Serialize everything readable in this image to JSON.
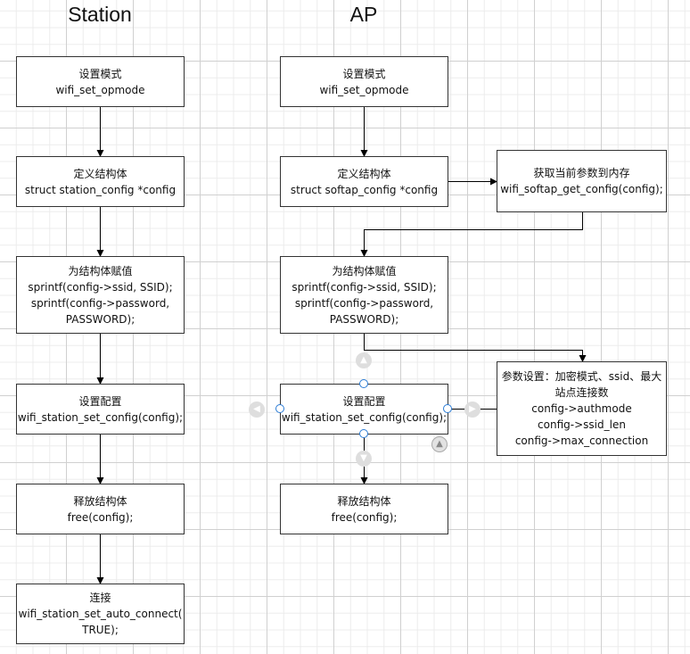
{
  "titles": {
    "station": "Station",
    "ap": "AP"
  },
  "station": {
    "s1": [
      "设置模式",
      "wifi_set_opmode"
    ],
    "s2": [
      "定义结构体",
      "struct station_config *config"
    ],
    "s3": [
      "为结构体赋值",
      "sprintf(config->ssid, SSID);",
      "sprintf(config->password,",
      "PASSWORD);"
    ],
    "s4": [
      "设置配置",
      "wifi_station_set_config(config);"
    ],
    "s5": [
      "释放结构体",
      "free(config);"
    ],
    "s6": [
      "连接",
      "wifi_station_set_auto_connect(",
      "TRUE);"
    ]
  },
  "ap": {
    "a1": [
      "设置模式",
      "wifi_set_opmode"
    ],
    "a2": [
      "定义结构体",
      "struct softap_config *config"
    ],
    "a2b": [
      "获取当前参数到内存",
      "wifi_softap_get_config(config);"
    ],
    "a3": [
      "为结构体赋值",
      "sprintf(config->ssid, SSID);",
      "sprintf(config->password,",
      "PASSWORD);"
    ],
    "a3b": [
      "参数设置：加密模式、ssid、最大",
      "站点连接数",
      "config->authmode",
      "config->ssid_len",
      "config->max_connection"
    ],
    "a4": [
      "设置配置",
      "wifi_station_set_config(config);"
    ],
    "a5": [
      "释放结构体",
      "free(config);"
    ]
  },
  "colors": {
    "selection": "#2a7bd5",
    "line": "#000000",
    "grid": "#d0d0d0"
  },
  "icons": [
    "arrow-up-icon",
    "arrow-down-icon",
    "arrow-left-icon",
    "arrow-right-icon"
  ]
}
